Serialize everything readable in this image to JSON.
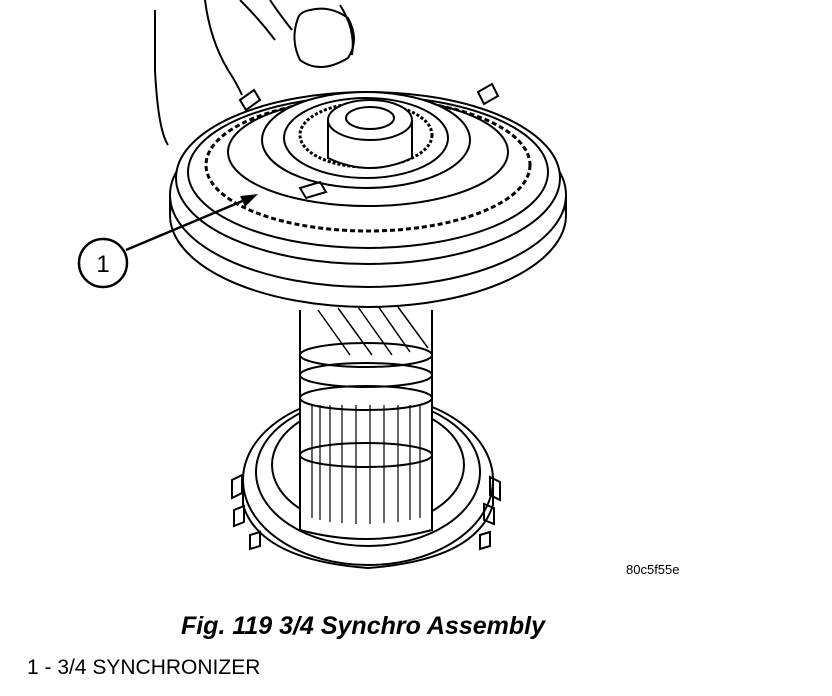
{
  "figure": {
    "caption": "Fig. 119 3/4 Synchro Assembly",
    "image_id": "80c5f55e"
  },
  "callouts": [
    {
      "number": "1",
      "part": "3/4 SYNCHRONIZER"
    }
  ],
  "legend": [
    "1 - 3/4 SYNCHRONIZER"
  ]
}
